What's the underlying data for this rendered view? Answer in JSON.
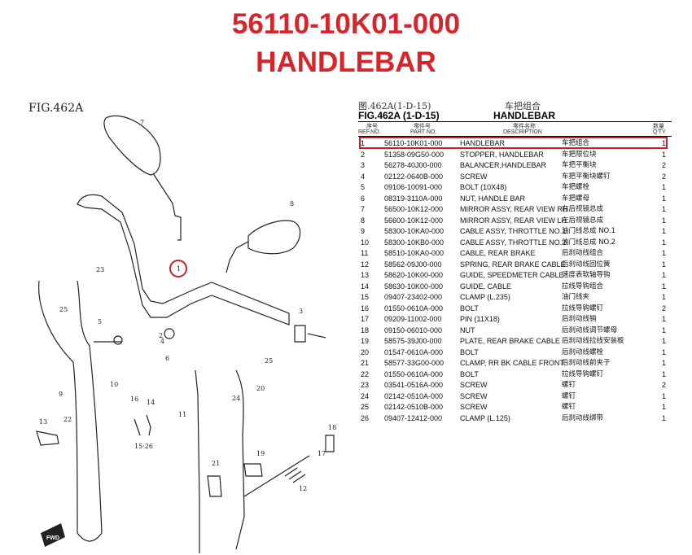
{
  "title": {
    "line1": "56110-10K01-000",
    "line2": "HANDLEBAR",
    "color": "#d6262b"
  },
  "diagram": {
    "fig_label": "FIG.462A",
    "callouts": [
      "1",
      "2",
      "3",
      "4",
      "5",
      "6",
      "7",
      "8",
      "9",
      "10",
      "11",
      "12",
      "13",
      "14",
      "15·26",
      "16",
      "17",
      "18",
      "19",
      "20",
      "21",
      "22",
      "23",
      "24",
      "25",
      "25"
    ],
    "badge_text": "FWD",
    "highlight_color": "#c8202a"
  },
  "table": {
    "header": {
      "cn_fig": "图.462A(1-D-15)",
      "cn_title": "车把组合",
      "en_fig": "FIG.462A (1-D-15)",
      "en_title": "HANDLEBAR",
      "cn_qty": "数量",
      "col_no_cn": "序号",
      "col_no_en": "REF.NO.",
      "col_pn_cn": "零件号",
      "col_pn_en": "PART NO.",
      "col_desc_cn": "零件名称",
      "col_desc_en": "DESCRIPTION",
      "col_qty_en": "Q'TY"
    },
    "rows": [
      {
        "no": "1",
        "pn": "56110-10K01-000",
        "desc": "HANDLEBAR",
        "cn": "车把组合",
        "qty": "1"
      },
      {
        "no": "2",
        "pn": "51358-09G50-000",
        "desc": "STOPPER, HANDLEBAR",
        "cn": "车把限位块",
        "qty": "1"
      },
      {
        "no": "3",
        "pn": "56278-40J00-000",
        "desc": "BALANCER,HANDLEBAR",
        "cn": "车把平衡块",
        "qty": "2"
      },
      {
        "no": "4",
        "pn": "02122-0640B-000",
        "desc": "SCREW",
        "cn": "车把平衡块螺钉",
        "qty": "2"
      },
      {
        "no": "5",
        "pn": "09106-10091-000",
        "desc": "BOLT (10X48)",
        "cn": "车把螺栓",
        "qty": "1"
      },
      {
        "no": "6",
        "pn": "08319-3110A-000",
        "desc": "NUT, HANDLE BAR",
        "cn": "车把螺母",
        "qty": "1"
      },
      {
        "no": "7",
        "pn": "56500-10K12-000",
        "desc": "MIRROR ASSY, REAR VIEW RH",
        "cn": "右后视镜总成",
        "qty": "1"
      },
      {
        "no": "8",
        "pn": "56600-10K12-000",
        "desc": "MIRROR ASSY, REAR VIEW LH",
        "cn": "左后视镜总成",
        "qty": "1"
      },
      {
        "no": "9",
        "pn": "58300-10KA0-000",
        "desc": "CABLE ASSY, THROTTLE NO.1",
        "cn": "油门线总成 NO.1",
        "qty": "1"
      },
      {
        "no": "10",
        "pn": "58300-10KB0-000",
        "desc": "CABLE ASSY, THROTTLE NO.2",
        "cn": "油门线总成 NO.2",
        "qty": "1"
      },
      {
        "no": "11",
        "pn": "58510-10KA0-000",
        "desc": "CABLE, REAR BRAKE",
        "cn": "后刹动线组合",
        "qty": "1"
      },
      {
        "no": "12",
        "pn": "58562-09J00-000",
        "desc": "SPRING, REAR BRAKE CABLE",
        "cn": "后刹动线回位簧",
        "qty": "1"
      },
      {
        "no": "13",
        "pn": "58620-10K00-000",
        "desc": "GUIDE, SPEEDMETER CABLE",
        "cn": "速度表软轴导钩",
        "qty": "1"
      },
      {
        "no": "14",
        "pn": "58630-10K00-000",
        "desc": "GUIDE, CABLE",
        "cn": "拉线导钩组合",
        "qty": "1"
      },
      {
        "no": "15",
        "pn": "09407-23402-000",
        "desc": "CLAMP (L.235)",
        "cn": "油门线夹",
        "qty": "1"
      },
      {
        "no": "16",
        "pn": "01550-0610A-000",
        "desc": "BOLT",
        "cn": "拉线导钩螺钉",
        "qty": "2"
      },
      {
        "no": "17",
        "pn": "09209-11002-000",
        "desc": "PIN (11X18)",
        "cn": "后刹动线销",
        "qty": "1"
      },
      {
        "no": "18",
        "pn": "09150-06010-000",
        "desc": "NUT",
        "cn": "后刹动线调节螺母",
        "qty": "1"
      },
      {
        "no": "19",
        "pn": "58575-39J00-000",
        "desc": "PLATE, REAR BRAKE CABLE",
        "cn": "后刹动线拉线安装板",
        "qty": "1"
      },
      {
        "no": "20",
        "pn": "01547-0610A-000",
        "desc": "BOLT",
        "cn": "后刹动线螺栓",
        "qty": "1"
      },
      {
        "no": "21",
        "pn": "58577-33G00-000",
        "desc": "CLAMP, RR BK CABLE FRONT",
        "cn": "后刹动线前夹子",
        "qty": "1"
      },
      {
        "no": "22",
        "pn": "01550-0610A-000",
        "desc": "BOLT",
        "cn": "拉线导钩螺钉",
        "qty": "1"
      },
      {
        "no": "23",
        "pn": "03541-0516A-000",
        "desc": "SCREW",
        "cn": "螺钉",
        "qty": "2"
      },
      {
        "no": "24",
        "pn": "02142-0510A-000",
        "desc": "SCREW",
        "cn": "螺钉",
        "qty": "1"
      },
      {
        "no": "25",
        "pn": "02142-0510B-000",
        "desc": "SCREW",
        "cn": "螺钉",
        "qty": "1"
      },
      {
        "no": "26",
        "pn": "09407-12412-000",
        "desc": "CLAMP (L.125)",
        "cn": "后刹动线绑带",
        "qty": "1"
      }
    ]
  }
}
